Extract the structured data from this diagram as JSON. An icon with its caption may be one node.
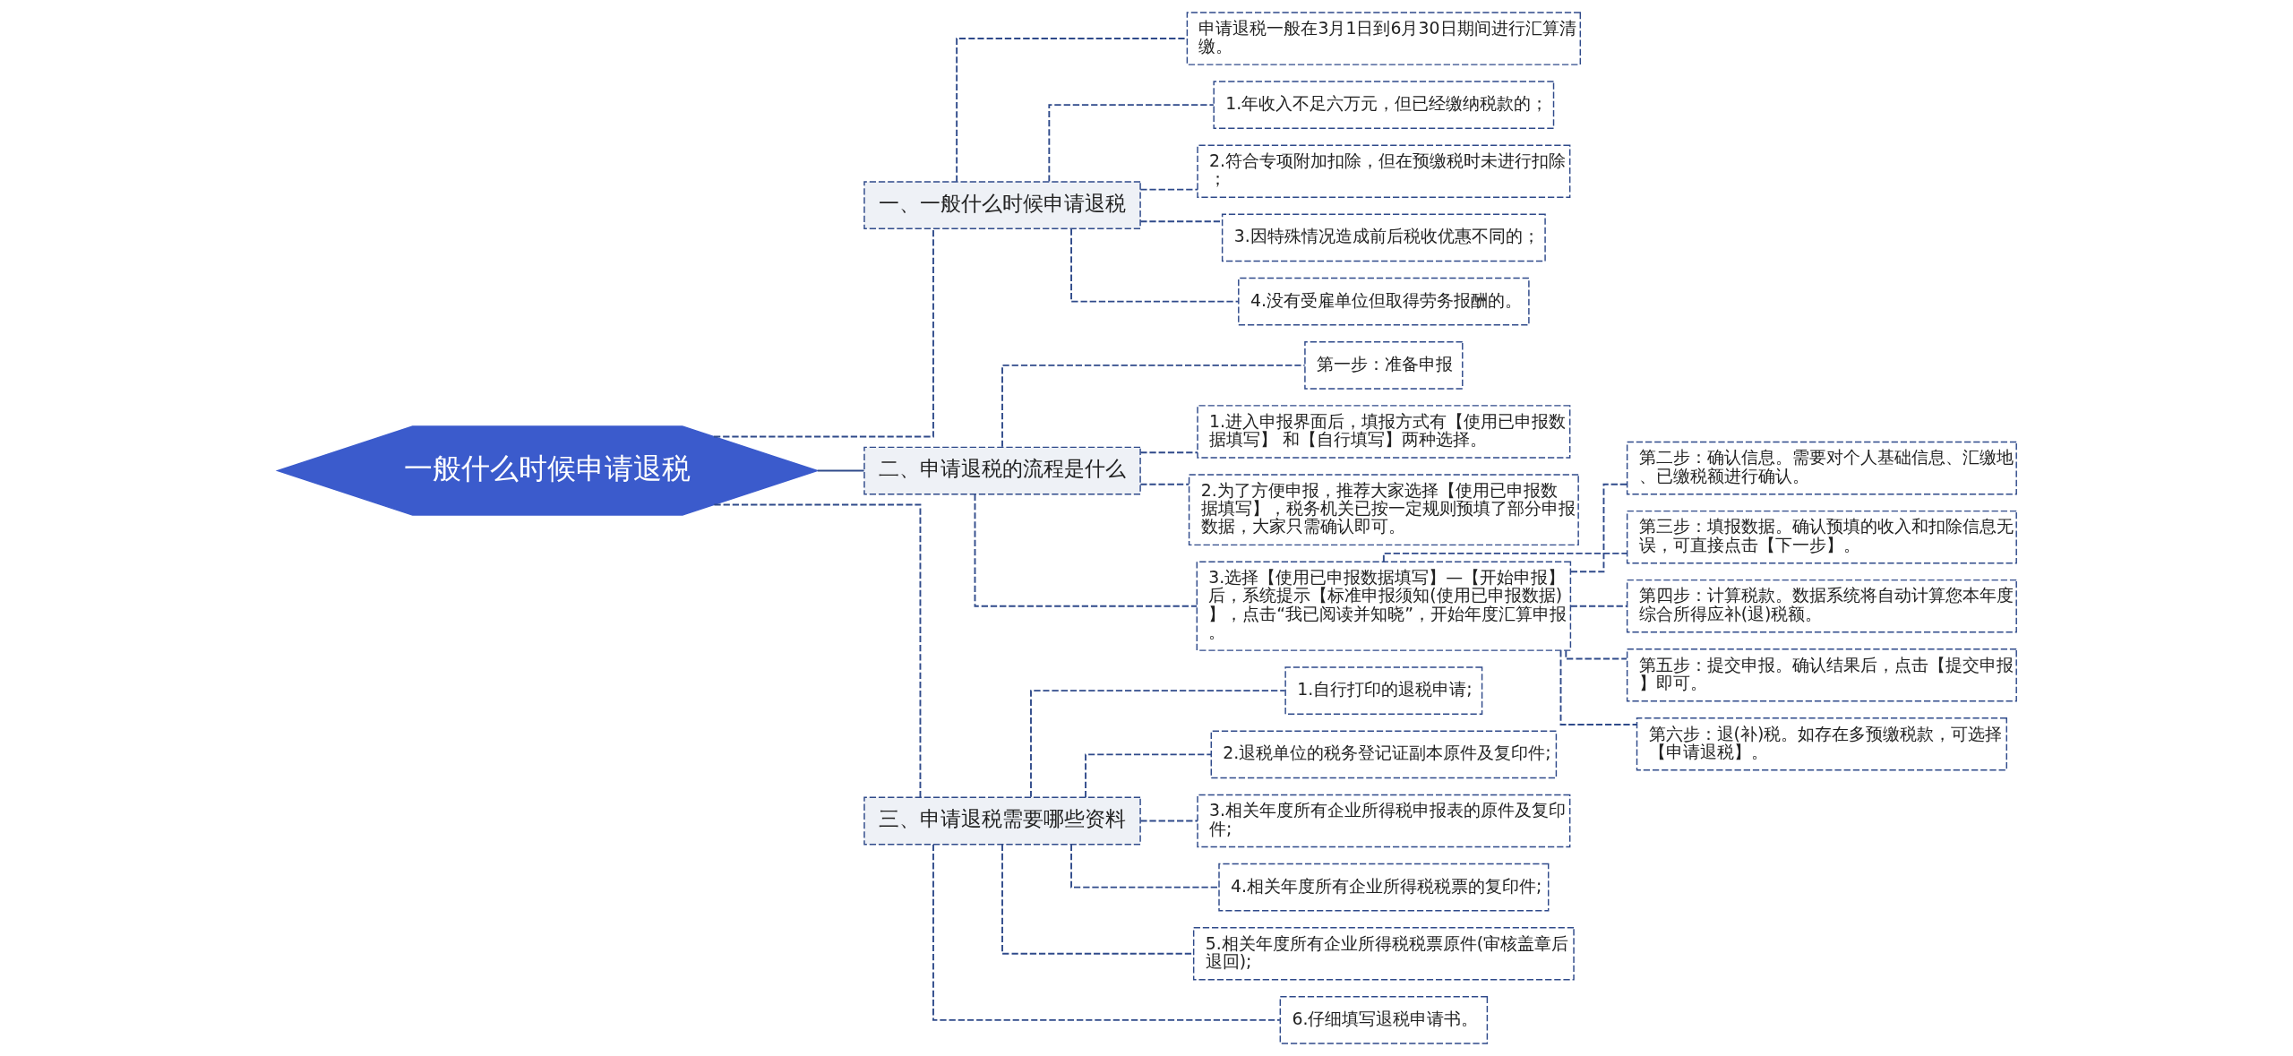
{
  "diagram": {
    "nodes": [
      {
        "text": [
          "一般什么时候申请退税"
        ]
      },
      {
        "text": [
          "一、一般什么时候申请退税"
        ]
      },
      {
        "text": [
          "申请退税一般在3月1日到6月30日期间进行汇算清缴。"
        ]
      },
      {
        "text": [
          "1.年收入不足六万元，但已经缴纳税款的；"
        ]
      },
      {
        "text": [
          "2.符合专项附加扣除，但在预缴税时未进行扣除；"
        ]
      },
      {
        "text": [
          "3.因特殊情况造成前后税收优惠不同的；"
        ]
      },
      {
        "text": [
          "4.没有受雇单位但取得劳务报酬的。"
        ]
      },
      {
        "text": [
          "二、申请退税的流程是什么"
        ]
      },
      {
        "text": [
          "第一步：准备申报"
        ]
      },
      {
        "text": [
          "1.进入申报界面后，填报方式有【使用已申报数据填写】 和【自行填写】两种选择。"
        ]
      },
      {
        "text": [
          "2.为了方便申报，推荐大家选择【使用已申报数据填写】，税务机关已按一定规则预填了部分申报数据，大家只需确认即可。"
        ]
      },
      {
        "text": [
          "3.选择【使用已申报数据填写】—【开始申报】后，系统提示【标准申报须知(使用已申报数据)】，点击“我已阅读并知晓”，开始年度汇算申报。"
        ]
      },
      {
        "text": [
          "第二步：确认信息。需要对个人基础信息、汇缴地、已缴税额进行确认。"
        ]
      },
      {
        "text": [
          "第三步：填报数据。确认预填的收入和扣除信息无误，可直接点击【下一步】。"
        ]
      },
      {
        "text": [
          "第四步：计算税款。数据系统将自动计算您本年度综合所得应补(退)税额。"
        ]
      },
      {
        "text": [
          "第五步：提交申报。确认结果后，点击【提交申报】即可。"
        ]
      },
      {
        "text": [
          "第六步：退(补)税。如存在多预缴税款，可选择【申请退税】。"
        ]
      },
      {
        "text": [
          "三、申请退税需要哪些资料"
        ]
      },
      {
        "text": [
          "1.自行打印的退税申请;"
        ]
      },
      {
        "text": [
          "2.退税单位的税务登记证副本原件及复印件;"
        ]
      },
      {
        "text": [
          "3.相关年度所有企业所得税申报表的原件及复印件;"
        ]
      },
      {
        "text": [
          "4.相关年度所有企业所得税税票的复印件;"
        ]
      },
      {
        "text": [
          "5.相关年度所有企业所得税税票原件(审核盖章后退回);"
        ]
      },
      {
        "text": [
          "6.仔细填写退税申请书。"
        ]
      }
    ],
    "edges": [
      {
        "from": 0,
        "to": 1,
        "arrow": "none",
        "style": "dashed"
      },
      {
        "from": 1,
        "to": 2,
        "arrow": "none",
        "style": "dashed"
      },
      {
        "from": 1,
        "to": 3,
        "arrow": "none",
        "style": "dashed"
      },
      {
        "from": 1,
        "to": 4,
        "arrow": "none",
        "style": "dashed"
      },
      {
        "from": 1,
        "to": 5,
        "arrow": "none",
        "style": "dashed"
      },
      {
        "from": 1,
        "to": 6,
        "arrow": "none",
        "style": "dashed"
      },
      {
        "from": 0,
        "to": 7,
        "arrow": "none"
      },
      {
        "from": 7,
        "to": 8,
        "arrow": "none",
        "style": "dashed"
      },
      {
        "from": 7,
        "to": 9,
        "arrow": "none",
        "style": "dashed"
      },
      {
        "from": 7,
        "to": 10,
        "arrow": "none",
        "style": "dashed"
      },
      {
        "from": 7,
        "to": 11,
        "arrow": "none",
        "style": "dashed"
      },
      {
        "from": 11,
        "to": 12,
        "arrow": "none",
        "style": "dashed"
      },
      {
        "from": 11,
        "to": 13,
        "arrow": "none",
        "style": "dashed"
      },
      {
        "from": 11,
        "to": 14,
        "arrow": "none",
        "style": "dashed"
      },
      {
        "from": 11,
        "to": 15,
        "arrow": "none",
        "style": "dashed"
      },
      {
        "from": 11,
        "to": 16,
        "arrow": "none",
        "style": "dashed"
      },
      {
        "from": 0,
        "to": 17,
        "arrow": "none",
        "style": "dashed"
      },
      {
        "from": 17,
        "to": 18,
        "arrow": "none",
        "style": "dashed"
      },
      {
        "from": 17,
        "to": 19,
        "arrow": "none",
        "style": "dashed"
      },
      {
        "from": 17,
        "to": 20,
        "arrow": "none",
        "style": "dashed"
      },
      {
        "from": 17,
        "to": 21,
        "arrow": "none",
        "style": "dashed"
      },
      {
        "from": 17,
        "to": 22,
        "arrow": "none",
        "style": "dashed"
      },
      {
        "from": 17,
        "to": 23,
        "arrow": "none",
        "style": "dashed"
      }
    ]
  }
}
